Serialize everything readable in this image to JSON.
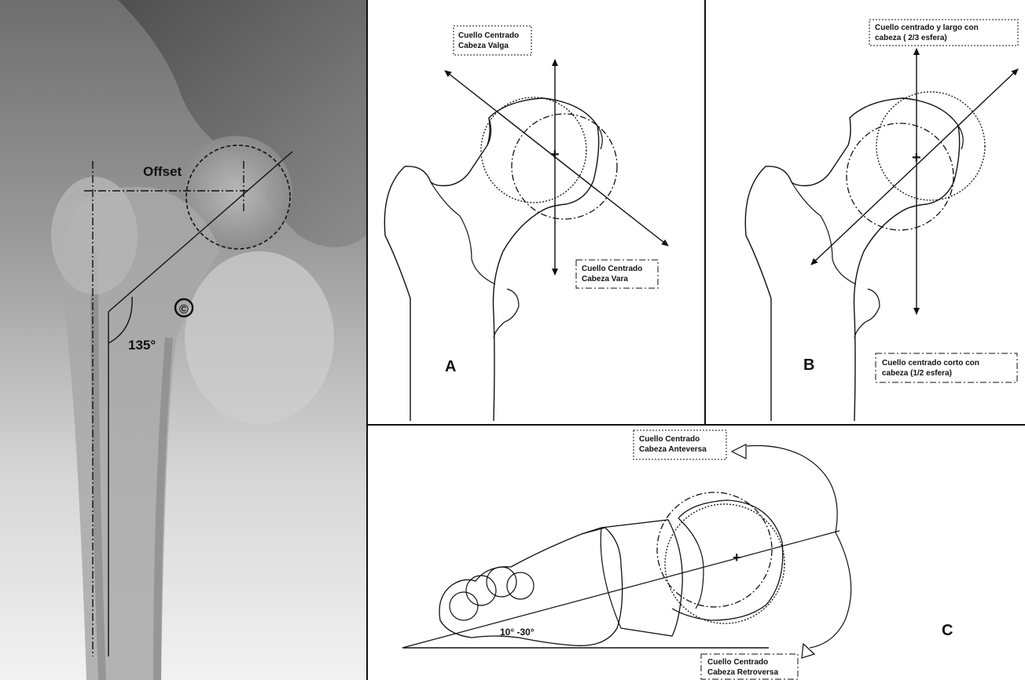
{
  "xray": {
    "offset_label": "Offset",
    "angle_label": "135°",
    "copyright": "©"
  },
  "panel_a": {
    "letter": "A",
    "valga_box": [
      "Cuello Centrado",
      "Cabeza Valga"
    ],
    "vara_box": [
      "Cuello Centrado",
      "Cabeza Vara"
    ]
  },
  "panel_b": {
    "letter": "B",
    "long_box": [
      "Cuello centrado y largo con",
      "cabeza ( 2/3 esfera)"
    ],
    "short_box": [
      "Cuello centrado corto con",
      "cabeza (1/2 esfera)"
    ]
  },
  "panel_c": {
    "letter": "C",
    "antev_box": [
      "Cuello Centrado",
      "Cabeza Anteversa"
    ],
    "retrov_box": [
      "Cuello Centrado",
      "Cabeza Retroversa"
    ],
    "angle_label": "10° -30°"
  }
}
